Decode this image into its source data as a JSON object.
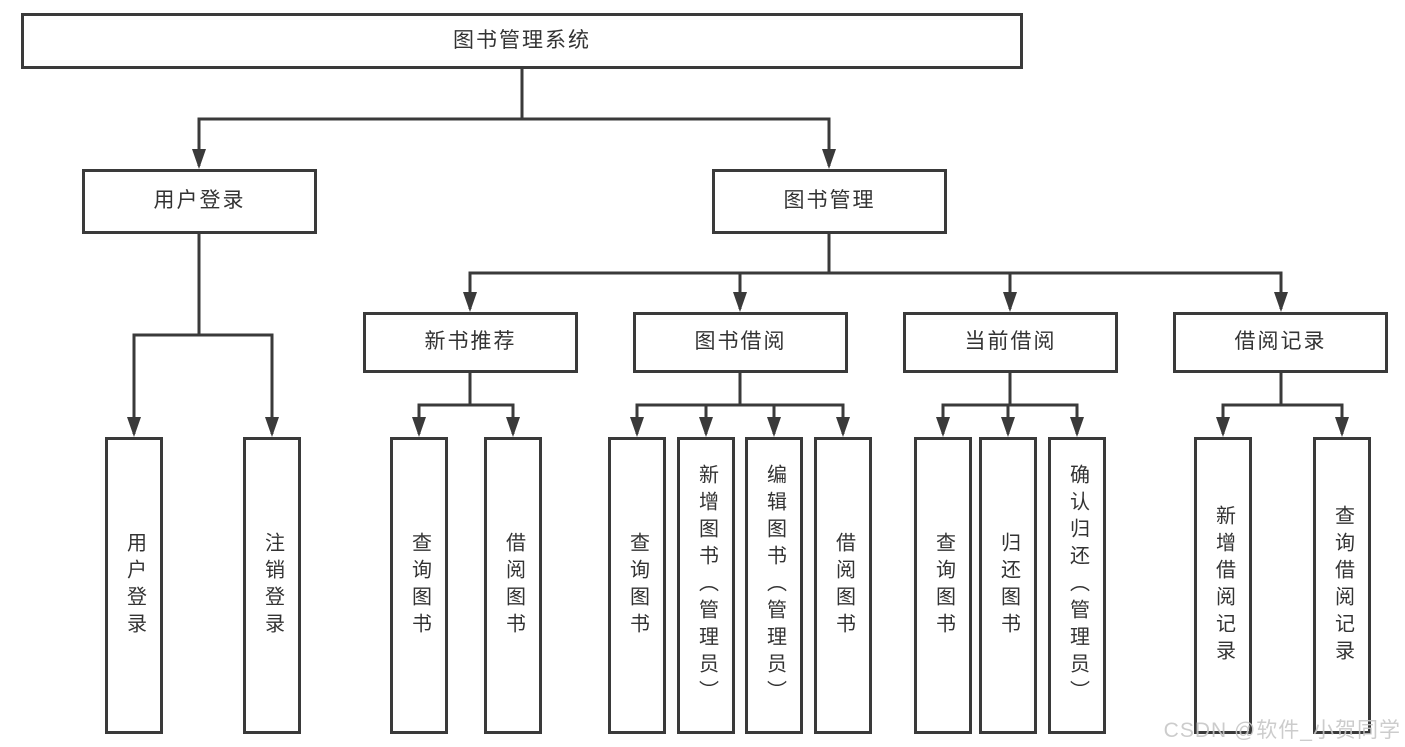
{
  "colors": {
    "line": "#3a3a3a",
    "box_border": "#3a3a3a",
    "box_background": "#ffffff",
    "text": "#333333",
    "watermark": "#c7c7c7"
  },
  "diagram": {
    "type": "tree",
    "root": {
      "label": "图书管理系统"
    },
    "branches": [
      {
        "label": "用户登录",
        "children": [
          {
            "label": "用户登录"
          },
          {
            "label": "注销登录"
          }
        ]
      },
      {
        "label": "图书管理",
        "children": [
          {
            "label": "新书推荐",
            "children": [
              {
                "label": "查询图书"
              },
              {
                "label": "借阅图书"
              }
            ]
          },
          {
            "label": "图书借阅",
            "children": [
              {
                "label": "查询图书"
              },
              {
                "label": "新增图书（管理员）"
              },
              {
                "label": "编辑图书（管理员）"
              },
              {
                "label": "借阅图书"
              }
            ]
          },
          {
            "label": "当前借阅",
            "children": [
              {
                "label": "查询图书"
              },
              {
                "label": "归还图书"
              },
              {
                "label": "确认归还（管理员）"
              }
            ]
          },
          {
            "label": "借阅记录",
            "children": [
              {
                "label": "新增借阅记录"
              },
              {
                "label": "查询借阅记录"
              }
            ]
          }
        ]
      }
    ]
  },
  "watermark": {
    "text": "CSDN @软件_小贺同学"
  }
}
